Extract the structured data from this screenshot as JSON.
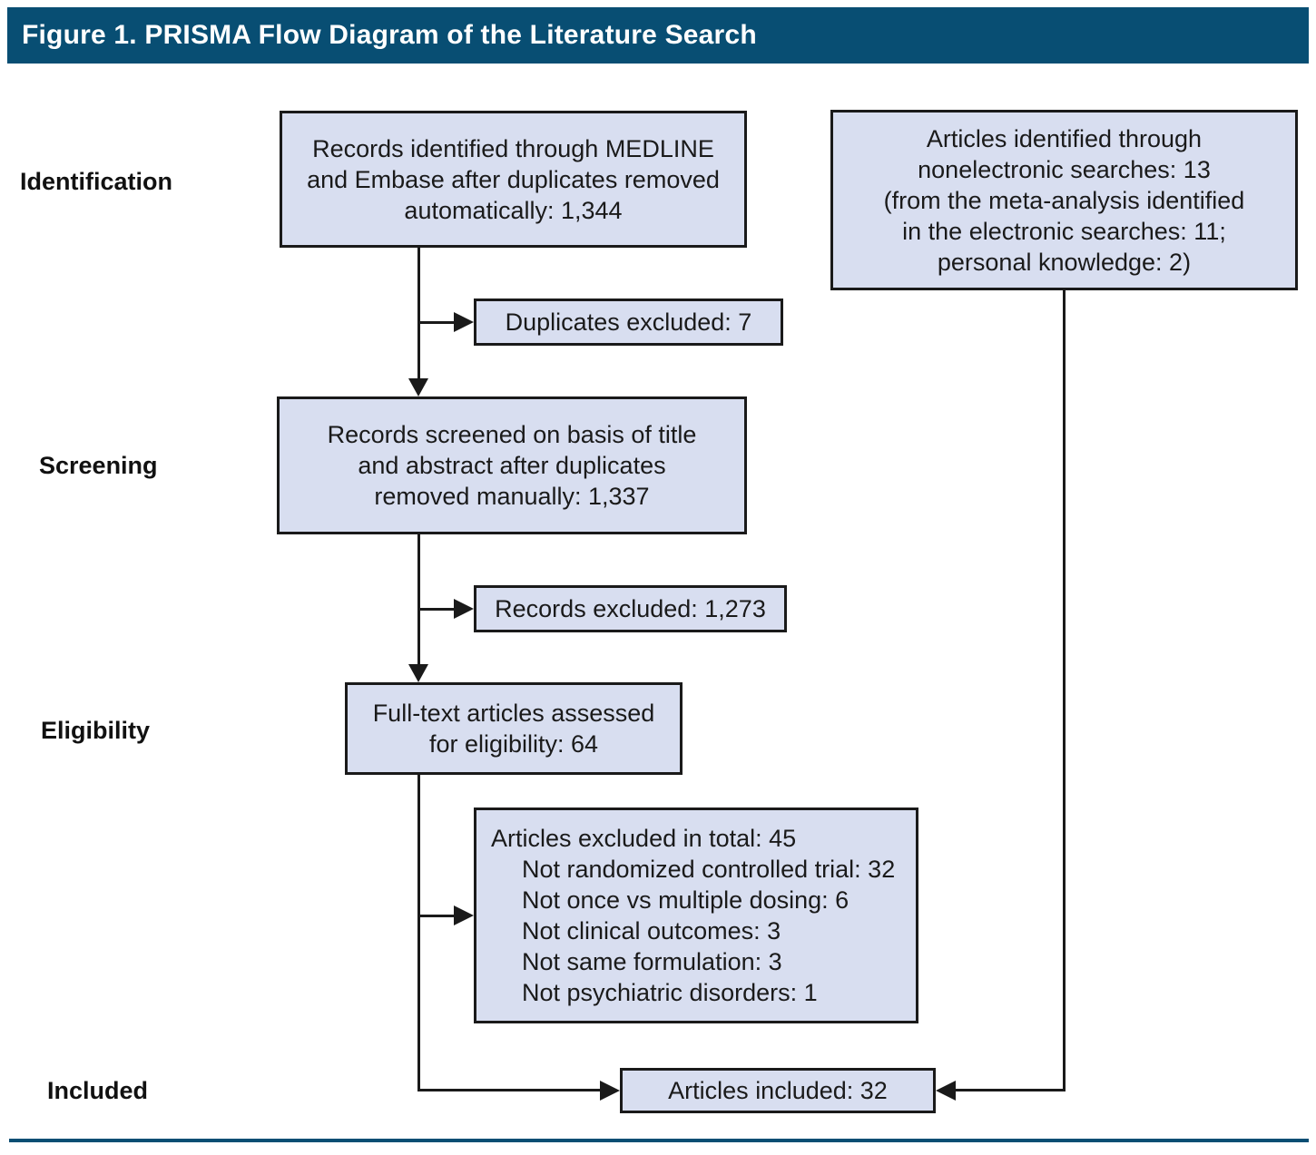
{
  "header": {
    "title": "Figure 1. PRISMA Flow Diagram of the Literature Search"
  },
  "stages": [
    {
      "label": "Identification"
    },
    {
      "label": "Screening"
    },
    {
      "label": "Eligibility"
    },
    {
      "label": "Included"
    }
  ],
  "boxes": {
    "records_identified": {
      "text": "Records identified through MEDLINE\nand Embase after duplicates removed\nautomatically: 1,344"
    },
    "nonelectronic": {
      "text": "Articles identified through\nnonelectronic searches: 13\n(from the meta-analysis identified\nin the electronic searches: 11;\npersonal knowledge: 2)"
    },
    "duplicates_excluded": {
      "text": "Duplicates excluded: 7"
    },
    "records_screened": {
      "text": "Records screened on basis of title\nand abstract after duplicates\nremoved manually: 1,337"
    },
    "records_excluded": {
      "text": "Records excluded: 1,273"
    },
    "fulltext_assessed": {
      "text": "Full-text articles assessed\nfor eligibility: 64"
    },
    "articles_excluded": {
      "title": "Articles excluded in total: 45",
      "items": [
        "Not randomized controlled trial: 32",
        "Not once vs multiple dosing: 6",
        "Not clinical outcomes: 3",
        "Not same formulation: 3",
        "Not psychiatric disorders: 1"
      ]
    },
    "articles_included": {
      "text": "Articles included: 32"
    }
  },
  "colors": {
    "header_bg": "#084e73",
    "box_fill": "#d8def0",
    "box_border": "#1a1a1a",
    "line": "#1a1a1a",
    "rule": "#084e73"
  }
}
